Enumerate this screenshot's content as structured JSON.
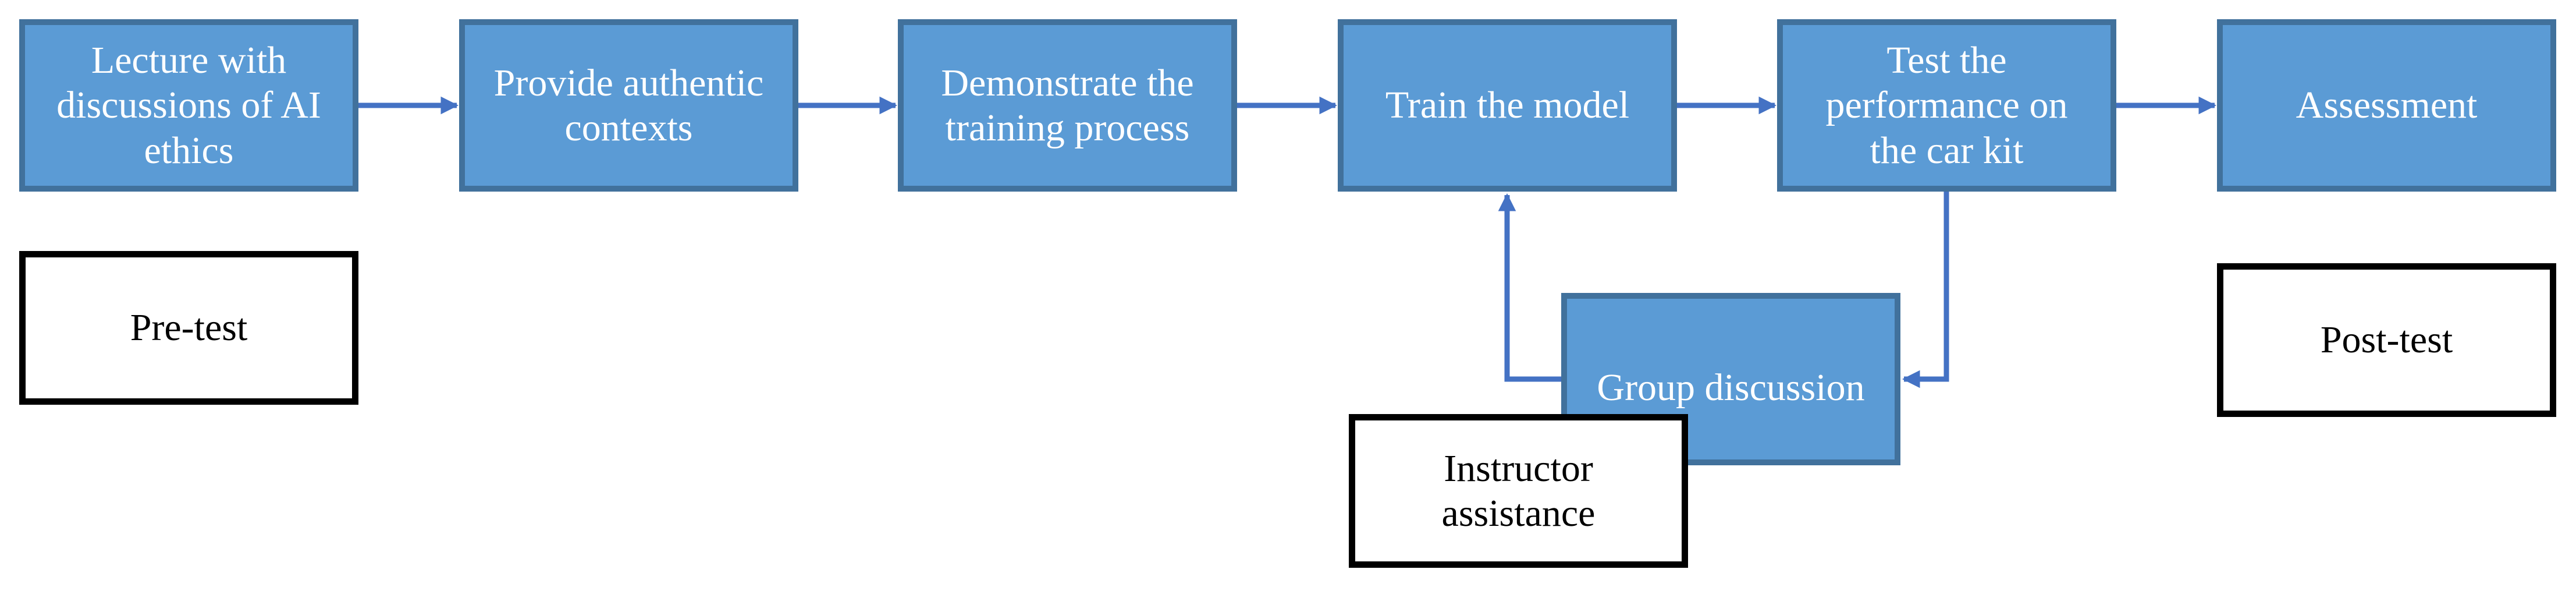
{
  "flow": {
    "lecture": "Lecture with\ndiscussions of AI\nethics",
    "contexts": "Provide authentic\ncontexts",
    "demonstrate": "Demonstrate the\ntraining process",
    "train": "Train the model",
    "test": "Test the\nperformance on\nthe car kit",
    "assessment": "Assessment",
    "group": "Group discussion"
  },
  "annotations": {
    "pretest": "Pre-test",
    "posttest": "Post-test",
    "instructor": "Instructor\nassistance"
  },
  "colors": {
    "box_fill": "#5b9bd5",
    "box_border": "#41719c",
    "arrow": "#4472c4"
  }
}
